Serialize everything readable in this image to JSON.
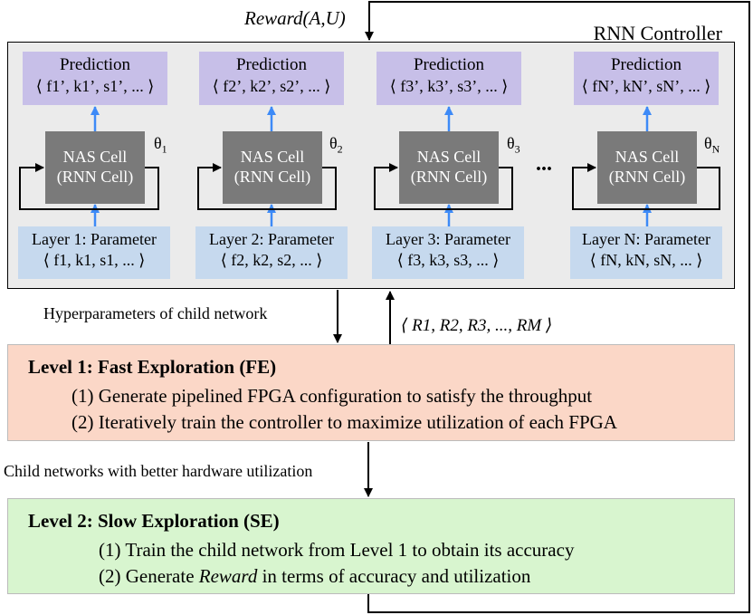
{
  "reward_label": "Reward(A,U)",
  "controller_label": "RNN Controller",
  "columns": [
    {
      "prediction_title": "Prediction",
      "prediction_values": "⟨ f1’, k1’, s1’, ... ⟩",
      "cell_line1": "NAS Cell",
      "cell_line2": "(RNN Cell)",
      "theta": "θ",
      "theta_sub": "1",
      "layer_title": "Layer 1: Parameter",
      "layer_values": "⟨ f1, k1, s1, ... ⟩"
    },
    {
      "prediction_title": "Prediction",
      "prediction_values": "⟨ f2’, k2’, s2’, ... ⟩",
      "cell_line1": "NAS Cell",
      "cell_line2": "(RNN Cell)",
      "theta": "θ",
      "theta_sub": "2",
      "layer_title": "Layer 2: Parameter",
      "layer_values": "⟨ f2, k2, s2, ... ⟩"
    },
    {
      "prediction_title": "Prediction",
      "prediction_values": "⟨ f3’, k3’, s3’, ... ⟩",
      "cell_line1": "NAS Cell",
      "cell_line2": "(RNN Cell)",
      "theta": "θ",
      "theta_sub": "3",
      "layer_title": "Layer 3: Parameter",
      "layer_values": "⟨ f3, k3, s3, ... ⟩"
    },
    {
      "prediction_title": "Prediction",
      "prediction_values": "⟨ fN’, kN’, sN’, ... ⟩",
      "cell_line1": "NAS Cell",
      "cell_line2": "(RNN Cell)",
      "theta": "θ",
      "theta_sub": "N",
      "layer_title": "Layer N: Parameter",
      "layer_values": "⟨ fN, kN, sN, ... ⟩"
    }
  ],
  "ellipsis": "...",
  "hyperparams_label": "Hyperparameters of child network",
  "rewards_list": "⟨ R1, R2, R3, ..., RM ⟩",
  "level1": {
    "title": "Level 1: Fast Exploration (FE)",
    "line1": "(1) Generate pipelined FPGA configuration to satisfy the throughput",
    "line2": "(2) Iteratively train the controller to maximize utilization of each FPGA"
  },
  "child_networks_label": "Child networks with better hardware utilization",
  "level2": {
    "title": "Level 2: Slow Exploration (SE)",
    "line1": "(1) Train the child network from Level 1 to obtain its accuracy",
    "line2_pre": "(2) Generate ",
    "line2_em": "Reward",
    "line2_post": " in terms of accuracy and utilization"
  },
  "colors": {
    "controller_bg": "#ebebeb",
    "prediction_bg": "#c7bfe8",
    "cell_bg": "#7a7a7a",
    "layer_bg": "#c6d9ee",
    "level1_bg": "#fbd7c7",
    "level2_bg": "#d8f5cf",
    "blue_arrow": "#3d8af7"
  }
}
